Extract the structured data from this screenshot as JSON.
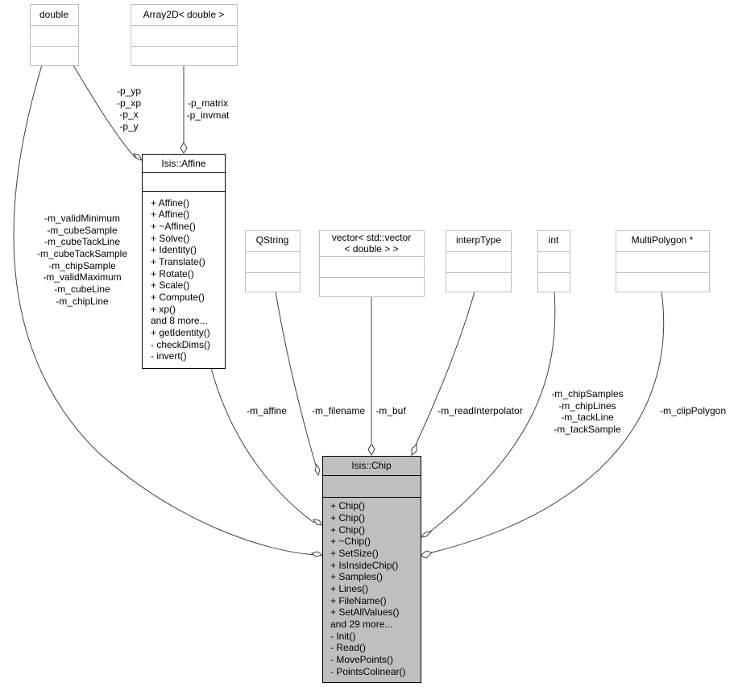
{
  "classes": {
    "double": {
      "name": "double"
    },
    "array2d": {
      "name": "Array2D< double >"
    },
    "affine": {
      "name": "Isis::Affine",
      "members": [
        "+ Affine()",
        "+ Affine()",
        "+ ~Affine()",
        "+ Solve()",
        "+ Identity()",
        "+ Translate()",
        "+ Rotate()",
        "+ Scale()",
        "+ Compute()",
        "+ xp()",
        "and 8 more...",
        "+ getIdentity()",
        "- checkDims()",
        "- invert()"
      ]
    },
    "qstring": {
      "name": "QString"
    },
    "vector": {
      "name_line1": "vector< std::vector",
      "name_line2": "< double > >"
    },
    "interptype": {
      "name": "interpType"
    },
    "int": {
      "name": "int"
    },
    "multipolygon": {
      "name": "MultiPolygon *"
    },
    "chip": {
      "name": "Isis::Chip",
      "members": [
        "+ Chip()",
        "+ Chip()",
        "+ Chip()",
        "+ ~Chip()",
        "+ SetSize()",
        "+ IsInsideChip()",
        "+ Samples()",
        "+ Lines()",
        "+ FileName()",
        "+ SetAllValues()",
        "and 29 more...",
        "- Init()",
        "- Read()",
        "- MovePoints()",
        "- PointsColinear()"
      ]
    }
  },
  "edges": {
    "double_affine": [
      "-p_yp",
      "-p_xp",
      "-p_x",
      "-p_y"
    ],
    "array2d_affine": [
      "-p_matrix",
      "-p_invmat"
    ],
    "double_chip": [
      "-m_validMinimum",
      "-m_cubeSample",
      "-m_cubeTackLine",
      "-m_cubeTackSample",
      "-m_chipSample",
      "-m_validMaximum",
      "-m_cubeLine",
      "-m_chipLine"
    ],
    "affine_chip": [
      "-m_affine"
    ],
    "qstring_chip": [
      "-m_filename"
    ],
    "vector_chip": [
      "-m_buf"
    ],
    "interptype_chip": [
      "-m_readInterpolator"
    ],
    "int_chip": [
      "-m_chipSamples",
      "-m_chipLines",
      "-m_tackLine",
      "-m_tackSample"
    ],
    "multipolygon_chip": [
      "-m_clipPolygon"
    ]
  }
}
